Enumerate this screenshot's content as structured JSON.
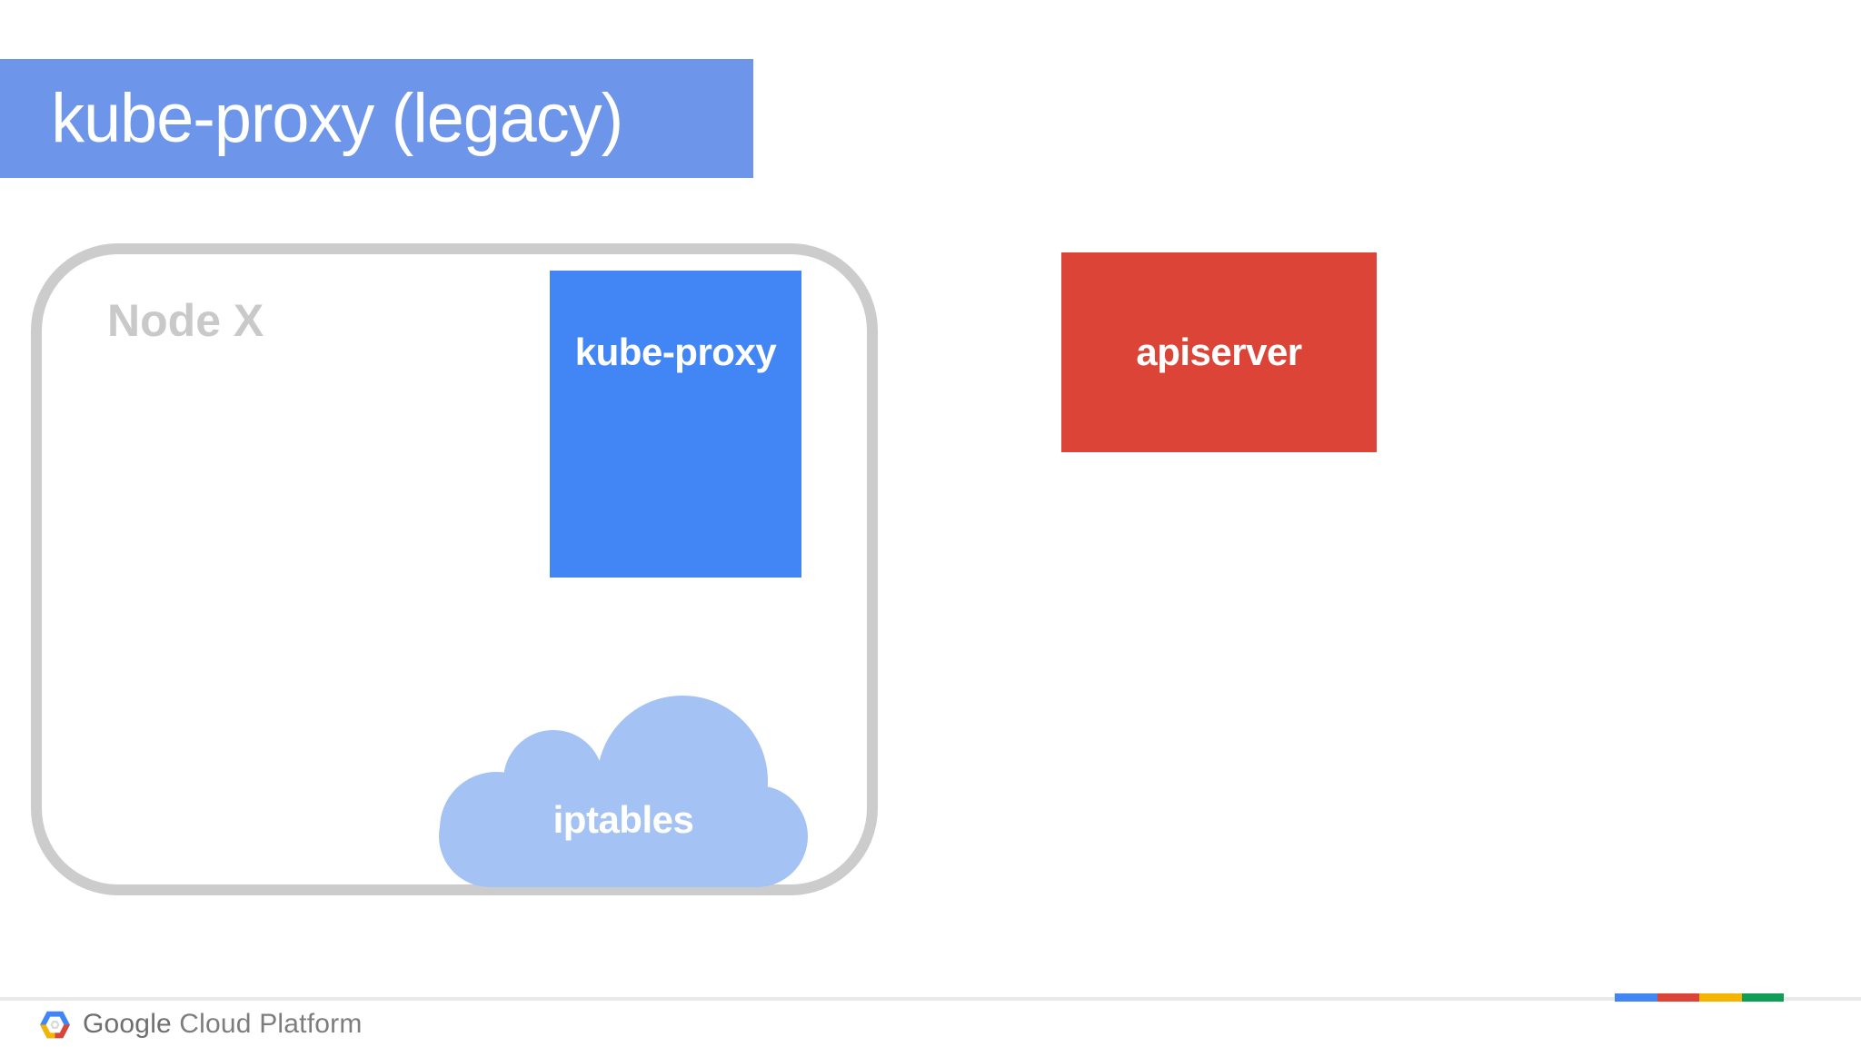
{
  "header": {
    "title": "kube-proxy (legacy)",
    "bg_color": "#6D96EA",
    "text_color": "#FFFFFF"
  },
  "diagram": {
    "node": {
      "label": "Node X",
      "border_color": "#CCCCCC",
      "label_color": "#C9C9C9"
    },
    "kube_proxy_box": {
      "label": "kube-proxy",
      "bg_color": "#4285F4",
      "text_color": "#FFFFFF"
    },
    "apiserver_box": {
      "label": "apiserver",
      "bg_color": "#DB4437",
      "text_color": "#FFFFFF"
    },
    "iptables_cloud": {
      "label": "iptables",
      "fill_color": "#A4C2F4",
      "text_color": "#FFFFFF"
    }
  },
  "footer": {
    "logo_icon": "google-cloud-platform-hexagon-logo",
    "brand_primary": "Google",
    "brand_secondary": "Cloud Platform",
    "divider_color": "#E9E9E9",
    "accent_bar_colors": [
      "#4285F4",
      "#DB4437",
      "#F4B400",
      "#0F9D58"
    ],
    "logo_colors": {
      "blue": "#4285F4",
      "red": "#DB4437",
      "yellow": "#F4B400",
      "inner": "#D8D8D8"
    }
  }
}
